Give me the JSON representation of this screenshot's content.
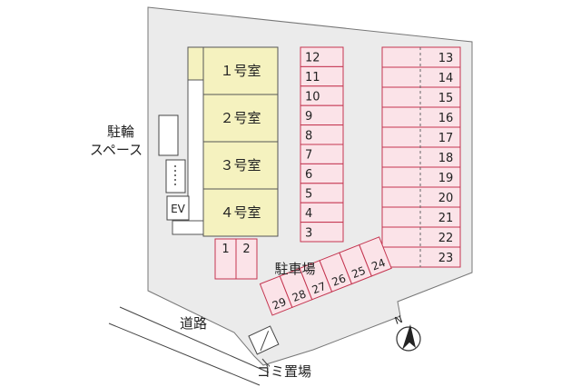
{
  "rooms": [
    "１号室",
    "２号室",
    "３号室",
    "４号室"
  ],
  "bike_area": {
    "line1": "駐輪",
    "line2": "スペース"
  },
  "elevator": "EV",
  "parking_label": "駐車場",
  "road_label": "道路",
  "garbage_label": "ゴミ置場",
  "compass": "N",
  "spaces": {
    "front": [
      "1",
      "2"
    ],
    "middle_column": [
      "12",
      "11",
      "10",
      "9",
      "8",
      "7",
      "6",
      "5",
      "4",
      "3"
    ],
    "right_column": [
      "13",
      "14",
      "15",
      "16",
      "17",
      "18",
      "19",
      "20",
      "21",
      "22",
      "23"
    ],
    "bottom_row": [
      "29",
      "28",
      "27",
      "26",
      "25",
      "24"
    ]
  },
  "colors": {
    "lot": "#ebebeb",
    "building": "#f5f2bf",
    "space_fill": "#fbe3e8",
    "space_stroke": "#c43550",
    "outline": "#555555"
  }
}
